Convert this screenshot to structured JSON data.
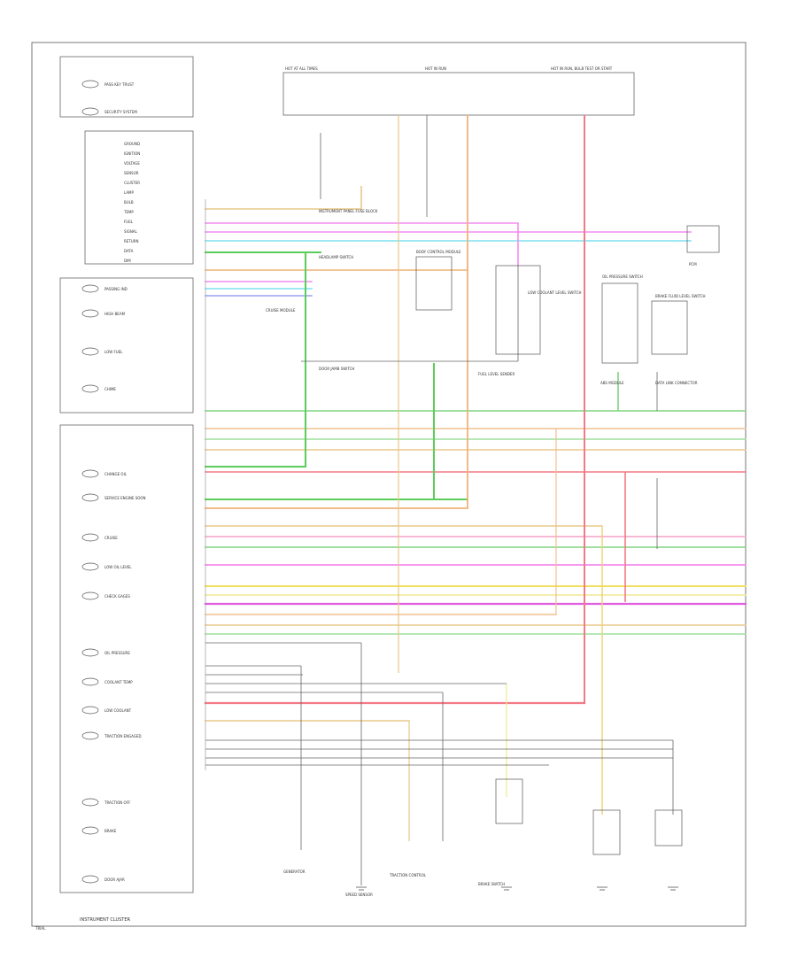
{
  "diagram": {
    "footer_left": "TRIAL",
    "cluster_caption": "INSTRUMENT CLUSTER",
    "top_boxes": [
      "HOT AT ALL TIMES",
      "HOT IN RUN",
      "HOT IN RUN, BULB TEST OR START"
    ],
    "indicators_top": [
      "PASS KEY TRUST",
      "SECURITY SYSTEM"
    ],
    "indicators_mid": [
      "PASSING IND",
      "HIGH BEAM",
      "LOW FUEL",
      "CHIME"
    ],
    "indicators_bottom": [
      "CHANGE OIL",
      "SERVICE ENGINE SOON",
      "CRUISE",
      "LOW OIL LEVEL",
      "CHECK GAGES",
      "OIL PRESSURE",
      "COOLANT TEMP",
      "LOW COOLANT",
      "TRACTION ENGAGED",
      "TRACTION OFF",
      "BRAKE",
      "DOOR AJAR"
    ],
    "left_text_rows": [
      "GROUND",
      "IGNITION",
      "VOLTAGE",
      "SENSOR",
      "CLUSTER",
      "LAMP",
      "BULB",
      "TEMP",
      "FUEL",
      "SIGNAL",
      "RETURN",
      "DATA",
      "DIM"
    ],
    "components": [
      "INSTRUMENT PANEL FUSE BLOCK",
      "BODY CONTROL MODULE",
      "PCM",
      "HEADLAMP SWITCH",
      "LOW COOLANT LEVEL SWITCH",
      "OIL PRESSURE SWITCH",
      "BRAKE FLUID LEVEL SWITCH",
      "DOOR JAMB SWITCH",
      "FUEL LEVEL SENDER",
      "ABS MODULE",
      "DATA LINK CONNECTOR",
      "CRUISE MODULE",
      "BRAKE SWITCH",
      "SPEED SENSOR",
      "GENERATOR",
      "TRACTION CONTROL"
    ]
  }
}
